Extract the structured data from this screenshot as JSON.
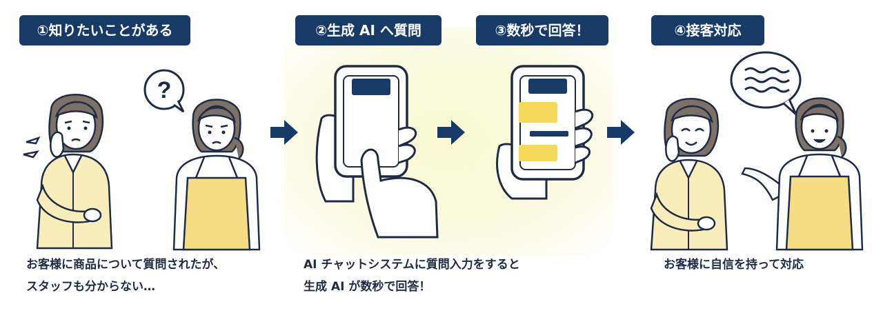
{
  "steps": [
    {
      "label": "①知りたいことがある",
      "caption_lines": [
        "お客様に商品について質問されたが、",
        "スタッフも分からない…"
      ]
    },
    {
      "label": "②生成 AI へ質問",
      "caption_lines": [
        "AI チャットシステムに質問入力をすると",
        "生成 AI が数秒で回答！"
      ]
    },
    {
      "label": "③数秒で回答！"
    },
    {
      "label": "④接客対応",
      "caption_lines": [
        "お客様に自信を持って対応"
      ]
    }
  ],
  "bubble_text": "?",
  "colors": {
    "label_bg": "#173a67",
    "highlight_bg": "#fbf8d2",
    "apron": "#f6dc85",
    "cardigan": "#f9edbb",
    "hair": "#7d7167",
    "outline": "#1d2b45",
    "chat_dark": "#173a67",
    "chat_yellow": "#f7d95a"
  }
}
